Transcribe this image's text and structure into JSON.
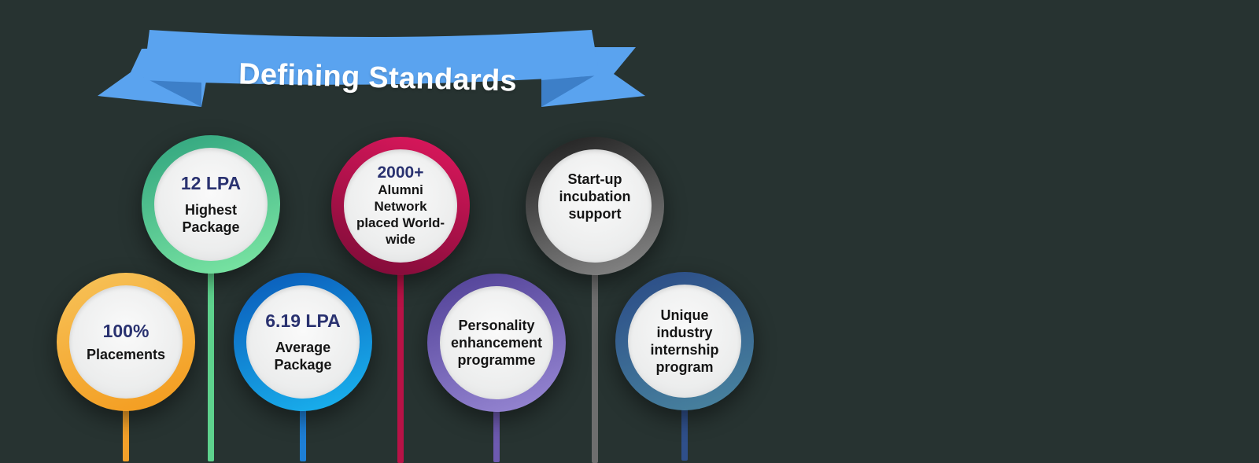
{
  "banner": {
    "title": "Defining Standards",
    "color": "#5aa3ef",
    "shade": "#3d7fc8"
  },
  "stats": [
    {
      "id": "placements",
      "value": "100%",
      "label": "Placements",
      "color_a": "#f7c35a",
      "color_b": "#f39a1c",
      "stem": "#f3a12a"
    },
    {
      "id": "highest-package",
      "value": "12 LPA",
      "label": "Highest Package",
      "color_a": "#2fa37e",
      "color_b": "#7fe9a5",
      "stem": "#5ed28d"
    },
    {
      "id": "average-package",
      "value": "6.19 LPA",
      "label": "Average Package",
      "color_a": "#0a58b8",
      "color_b": "#1ab7f1",
      "stem": "#1e7fd6"
    },
    {
      "id": "alumni-network",
      "value": "2000+",
      "label": "Alumni Network placed World-wide",
      "color_a": "#c6114e",
      "color_b": "#7a0b36",
      "stem": "#b81246"
    },
    {
      "id": "personality",
      "value": "",
      "label": "Personality enhancement programme",
      "color_a": "#4f3f95",
      "color_b": "#9a8ad6",
      "stem": "#6d5ab0"
    },
    {
      "id": "startup",
      "value": "",
      "label": "Start-up incubation support",
      "color_a": "#1c1c1c",
      "color_b": "#8c8c8c",
      "stem": "#6e6e6e"
    },
    {
      "id": "internship",
      "value": "",
      "label": "Unique industry internship program",
      "color_a": "#2a4a86",
      "color_b": "#3f7d9a",
      "stem": "#2f4f8a"
    }
  ]
}
